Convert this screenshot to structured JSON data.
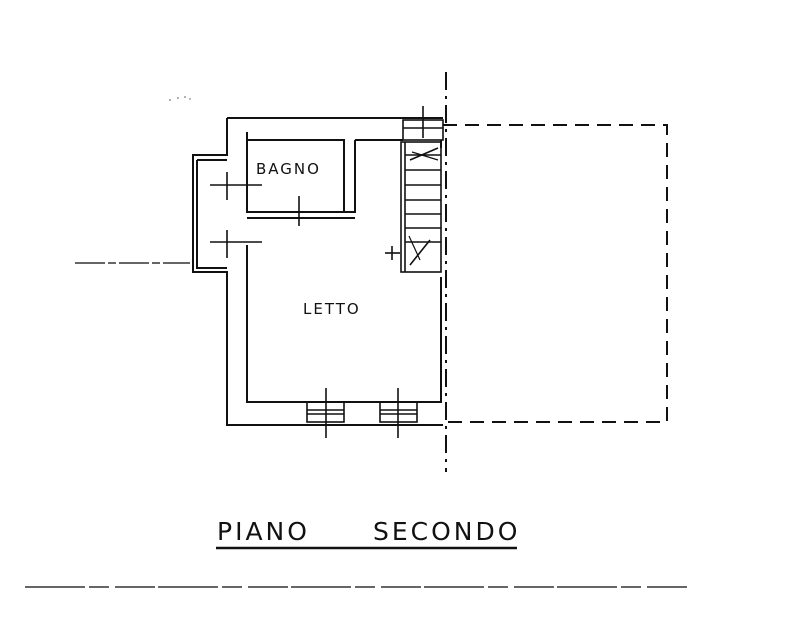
{
  "rooms": {
    "bathroom": "BAGNO",
    "bedroom": "LETTO"
  },
  "floor": {
    "word1": "PIANO",
    "word2": "SECONDO"
  },
  "colors": {
    "ink": "#111111",
    "paper": "#ffffff"
  }
}
